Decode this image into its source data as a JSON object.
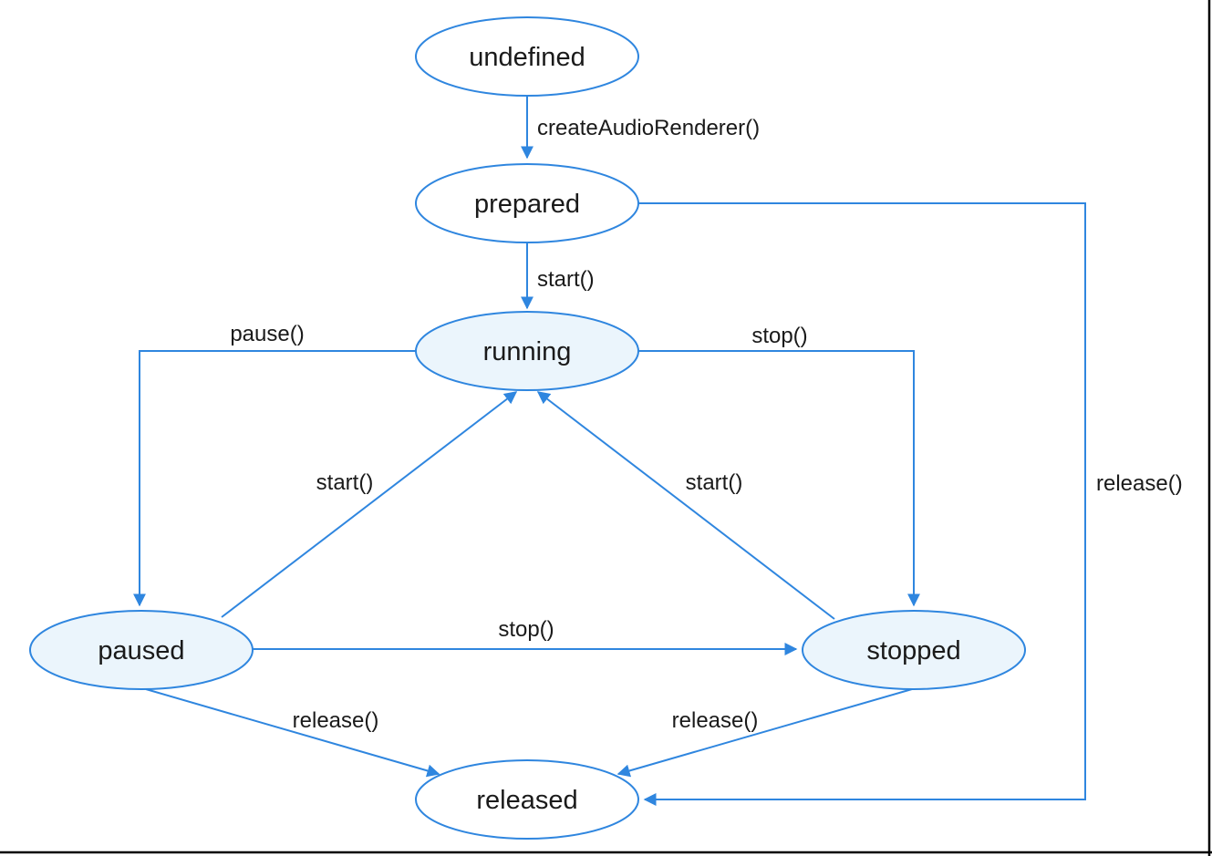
{
  "diagram": {
    "title": "audio-renderer-state-machine",
    "colors": {
      "stroke": "#2f86df",
      "node_fill_highlight": "#ebf5fc",
      "node_fill_default": "#ffffff",
      "text": "#1a1a1a",
      "frame": "#000000"
    },
    "nodes": [
      {
        "id": "undefined",
        "label": "undefined",
        "fill": "default"
      },
      {
        "id": "prepared",
        "label": "prepared",
        "fill": "default"
      },
      {
        "id": "running",
        "label": "running",
        "fill": "highlight"
      },
      {
        "id": "paused",
        "label": "paused",
        "fill": "highlight"
      },
      {
        "id": "stopped",
        "label": "stopped",
        "fill": "highlight"
      },
      {
        "id": "released",
        "label": "released",
        "fill": "default"
      }
    ],
    "edges": [
      {
        "from": "undefined",
        "to": "prepared",
        "label": "createAudioRenderer()"
      },
      {
        "from": "prepared",
        "to": "running",
        "label": "start()"
      },
      {
        "from": "running",
        "to": "paused",
        "label": "pause()"
      },
      {
        "from": "running",
        "to": "stopped",
        "label": "stop()"
      },
      {
        "from": "paused",
        "to": "running",
        "label": "start()"
      },
      {
        "from": "stopped",
        "to": "running",
        "label": "start()"
      },
      {
        "from": "paused",
        "to": "stopped",
        "label": "stop()"
      },
      {
        "from": "paused",
        "to": "released",
        "label": "release()"
      },
      {
        "from": "stopped",
        "to": "released",
        "label": "release()"
      },
      {
        "from": "prepared",
        "to": "released",
        "label": "release()"
      }
    ]
  }
}
